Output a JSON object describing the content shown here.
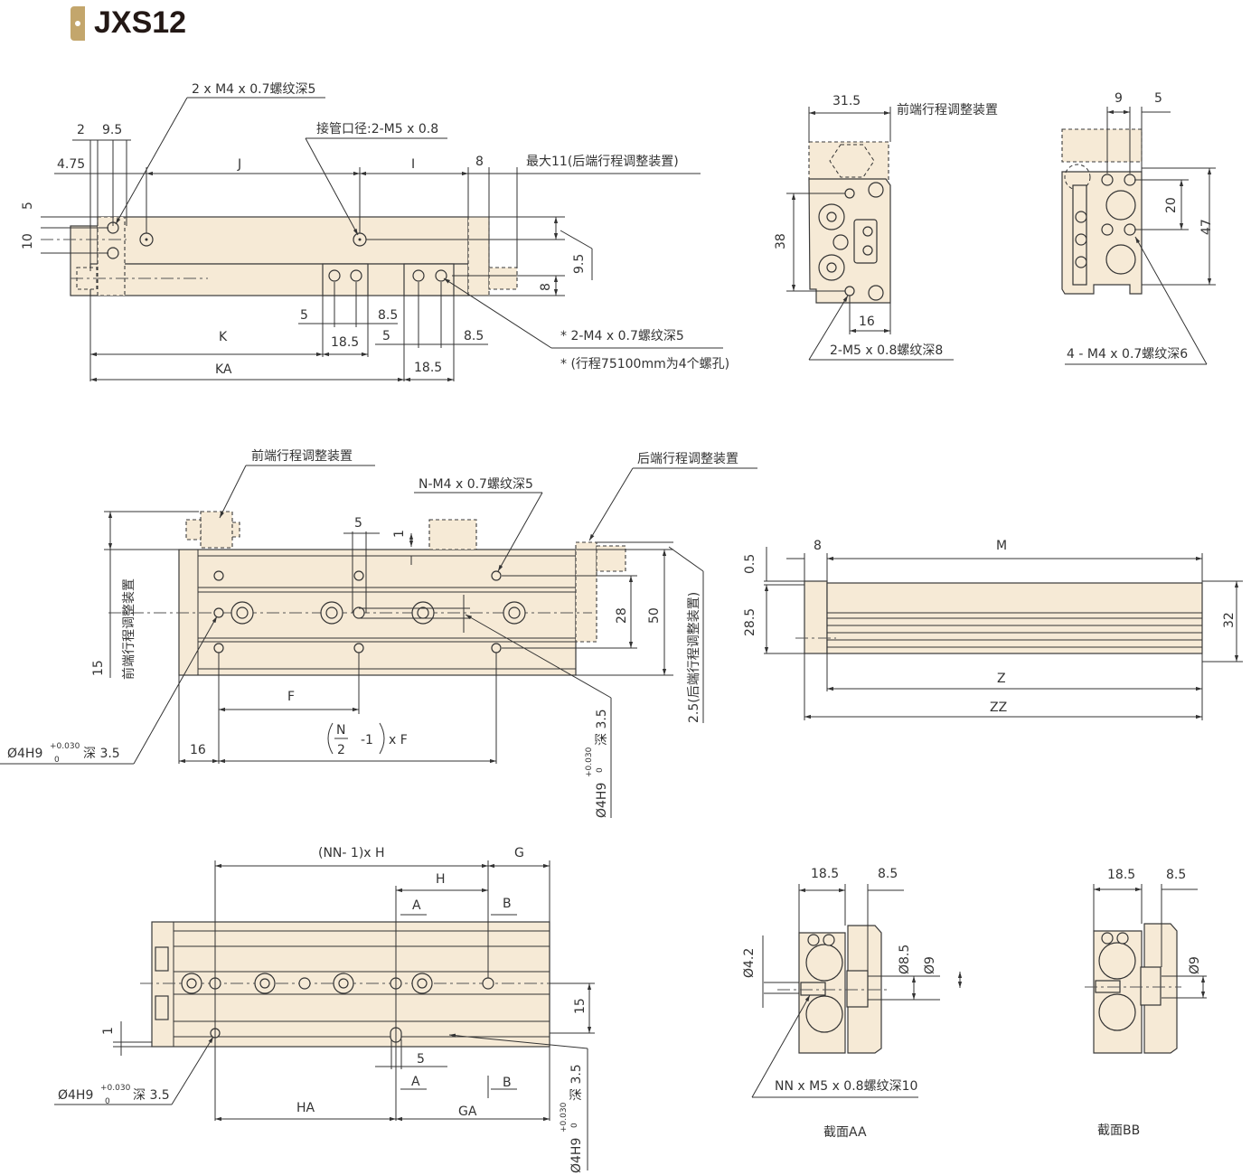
{
  "title": "JXS12",
  "colors": {
    "badge": "#c3a66c",
    "body_fill": "#f6ead6",
    "line": "#333333"
  },
  "top_view": {
    "thread_label": "2 x M4 x 0.7螺纹深5",
    "port_label": "接管口径:2-M5 x 0.8",
    "max_label": "最大11(后端行程调整装置)",
    "d_2": "2",
    "d_9_5": "9.5",
    "d_4_75": "4.75",
    "J": "J",
    "I": "I",
    "d_8_top": "8",
    "d_5_left": "5",
    "d_10_left": "10",
    "d_9_5_right": "9.5",
    "d_8_right": "8",
    "d_5_a": "5",
    "d_8_5_a": "8.5",
    "K": "K",
    "d_18_5_a": "18.5",
    "d_5_b": "5",
    "d_8_5_b": "8.5",
    "KA": "KA",
    "d_18_5_b": "18.5",
    "note1": "* 2-M4 x 0.7螺纹深5",
    "note2": "* (行程75100mm为4个螺孔)"
  },
  "front_view": {
    "d_31_5": "31.5",
    "adjuster_label": "前端行程调整装置",
    "d_38": "38",
    "d_16": "16",
    "thread_label": "2-M5 x 0.8螺纹深8"
  },
  "rear_view": {
    "d_9": "9",
    "d_5": "5",
    "d_20": "20",
    "d_47": "47",
    "thread_label": "4 - M4 x 0.7螺纹深6"
  },
  "plan_view": {
    "front_adjuster": "前端行程调整装置",
    "rear_adjuster": "后端行程调整装置",
    "thread_label": "N-M4 x 0.7螺纹深5",
    "d_5": "5",
    "d_1": "1",
    "d_28": "28",
    "d_50": "50",
    "d_15": "15",
    "front_adjuster_vertical": "前端行程调整装置",
    "rear_adjuster_vertical": "2.5(后端行程调整装置)",
    "F": "F",
    "d_16": "16",
    "formula_N": "N",
    "formula_2": "2",
    "formula_rest": "-1",
    "formula_xF": "x F",
    "pin_left": {
      "dia": "Ø4H9",
      "tol_up": "+0.030",
      "tol_low": "0",
      "depth": "深 3.5"
    },
    "pin_right": {
      "dia": "Ø4H9",
      "tol_up": "+0.030",
      "tol_low": "0",
      "depth": "深 3.5"
    }
  },
  "side_view": {
    "d_0_5": "0.5",
    "d_8": "8",
    "M": "M",
    "d_28_5": "28.5",
    "d_32": "32",
    "Z": "Z",
    "ZZ": "ZZ"
  },
  "bottom_view": {
    "nn_h": "(NN- 1)x H",
    "G": "G",
    "H": "H",
    "A_top": "A",
    "B_top": "B",
    "d_15": "15",
    "d_1": "1",
    "d_5": "5",
    "A_bot": "A",
    "B_bot": "B",
    "HA": "HA",
    "GA": "GA",
    "pin_left": {
      "dia": "Ø4H9",
      "tol_up": "+0.030",
      "tol_low": "0",
      "depth": "深 3.5"
    },
    "pin_right": {
      "dia": "Ø4H9",
      "tol_up": "+0.030",
      "tol_low": "0",
      "depth": "深 3.5"
    }
  },
  "section_aa": {
    "d_18_5": "18.5",
    "d_8_5": "8.5",
    "d_4_2": "Ø4.2",
    "d_8_5_dia": "Ø8.5",
    "d_9": "Ø9",
    "thread_label": "NN x M5 x 0.8螺纹深10",
    "caption": "截面AA"
  },
  "section_bb": {
    "d_18_5": "18.5",
    "d_8_5": "8.5",
    "d_9": "Ø9",
    "caption": "截面BB"
  }
}
